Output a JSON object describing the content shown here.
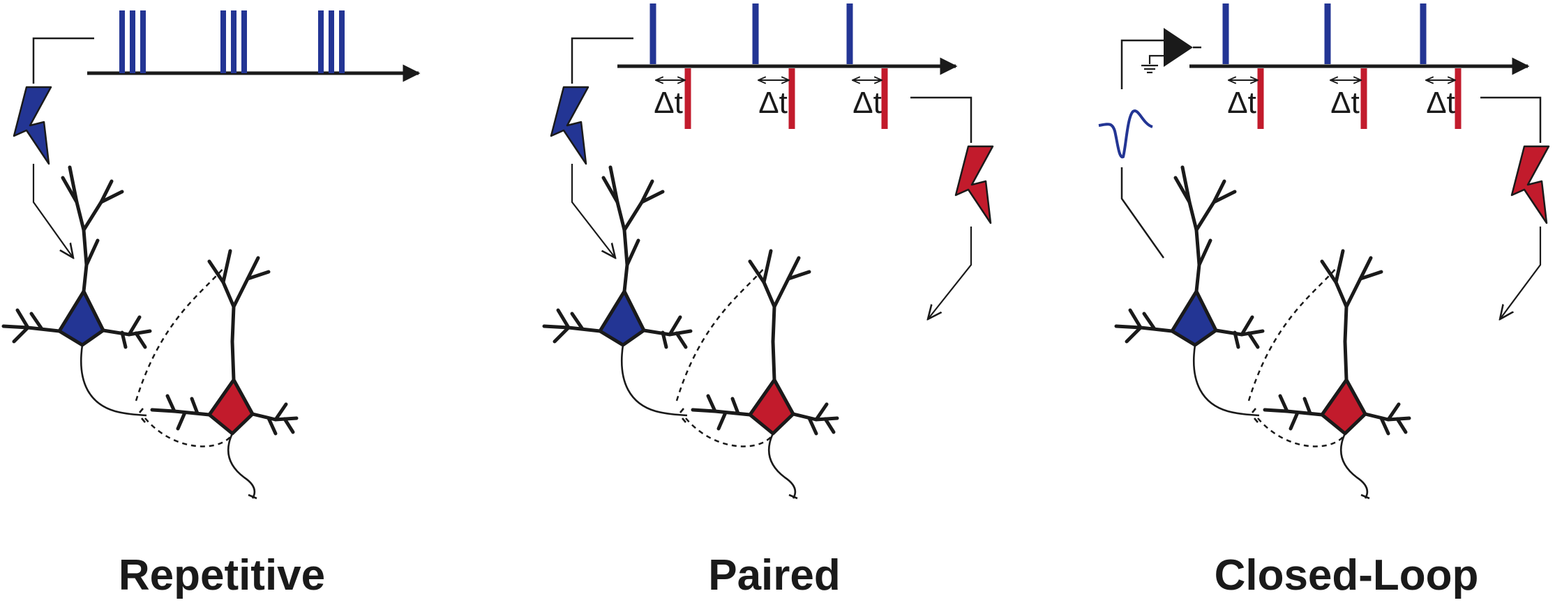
{
  "panels": [
    {
      "label": "Repetitive",
      "has_delay": false,
      "delay_labels": []
    },
    {
      "label": "Paired",
      "has_delay": true,
      "delay_labels": [
        "Δt",
        "Δt",
        "Δt"
      ]
    },
    {
      "label": "Closed-Loop",
      "has_delay": true,
      "delay_labels": [
        "Δt",
        "Δt",
        "Δt"
      ]
    }
  ],
  "colors": {
    "presynaptic": "#233594",
    "postsynaptic": "#c21b2c",
    "line": "#1a1a1a"
  },
  "icons": {
    "stimulus": "lightning-bolt-icon",
    "recording_amplifier": "amplifier-triangle-icon",
    "ground": "ground-symbol-icon",
    "detected_event": "waveform-icon"
  }
}
